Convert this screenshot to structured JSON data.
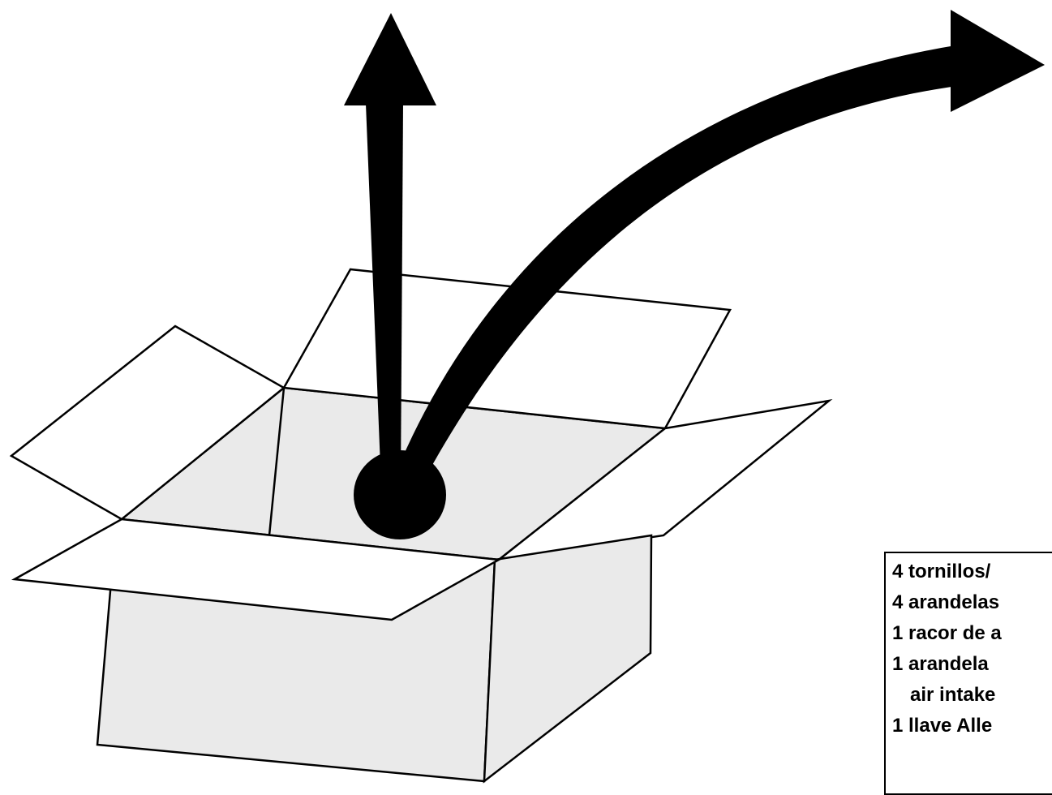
{
  "colors": {
    "box_fill": "#eaeaea",
    "stroke": "#000000",
    "background": "#ffffff"
  },
  "icons": [
    "open-box",
    "up-arrow",
    "curved-right-arrow",
    "black-ball"
  ],
  "parts_list": {
    "lines": [
      "4 tornillos/",
      "4 arandelas",
      "1 racor de a",
      "1 arandela",
      "air intake",
      "1 llave Alle"
    ]
  }
}
